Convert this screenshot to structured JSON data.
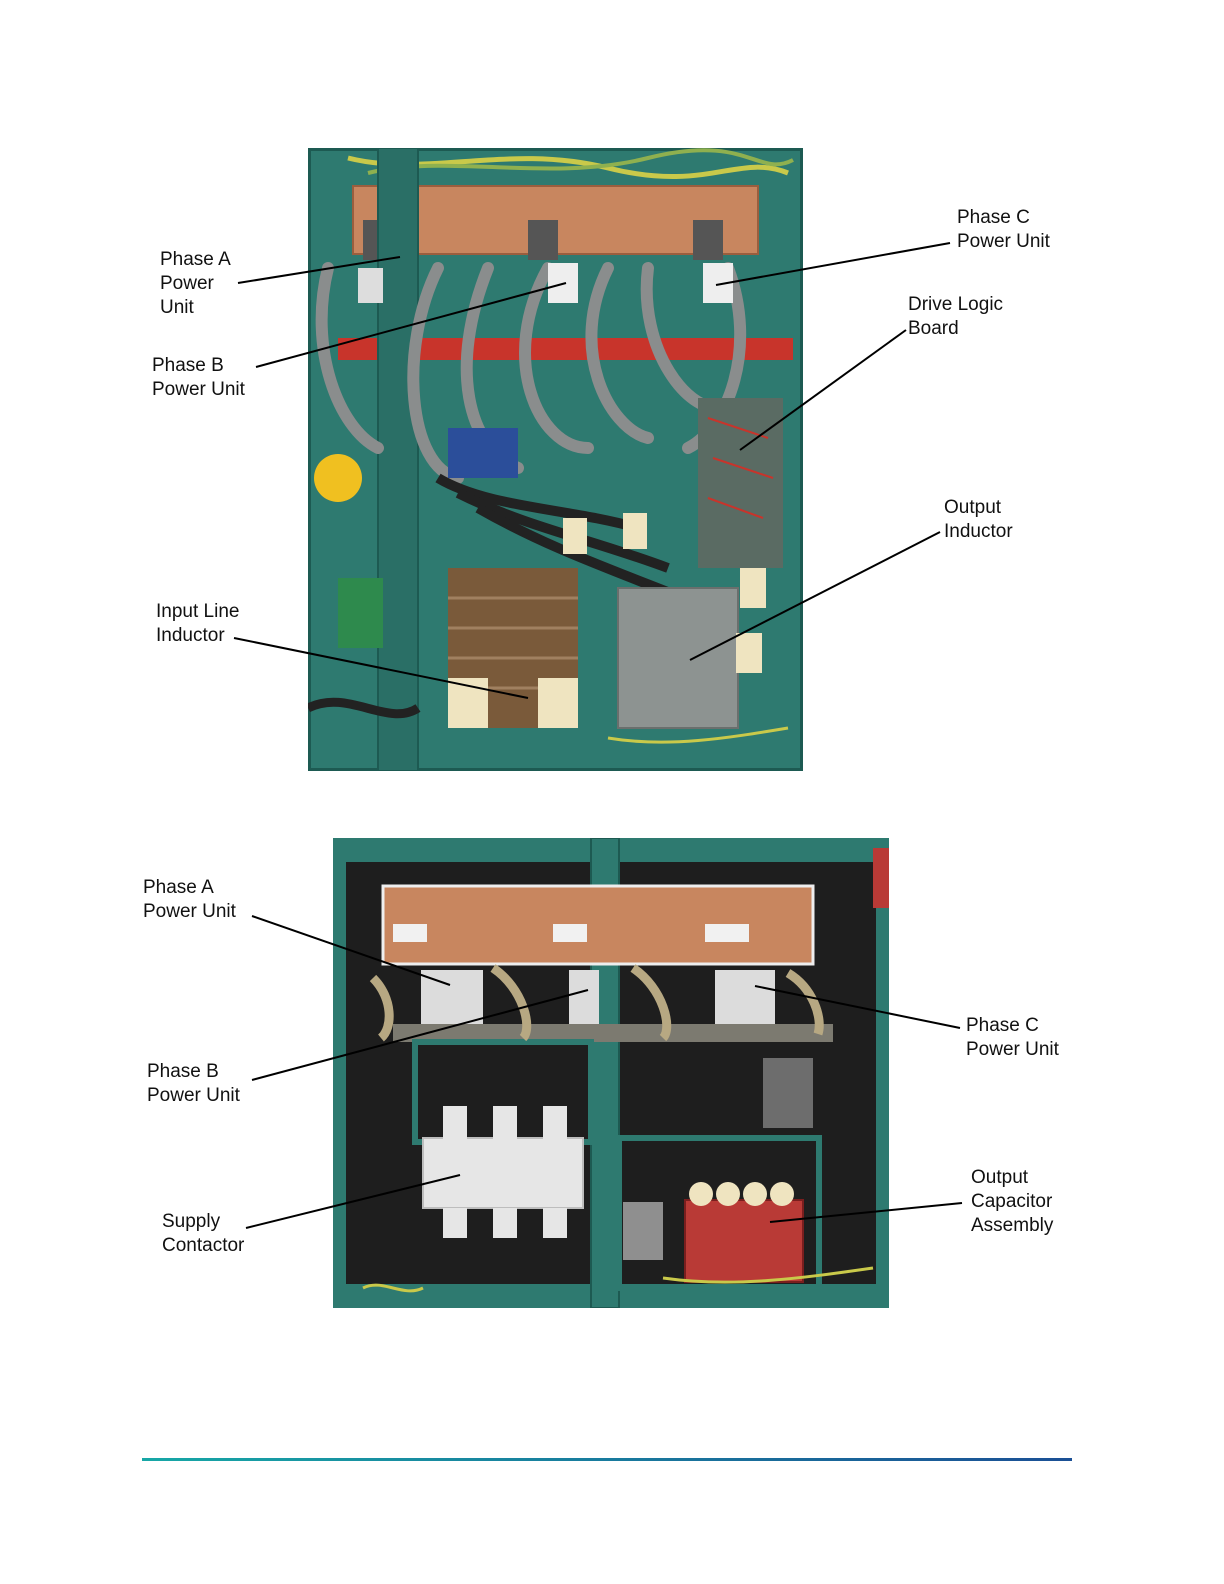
{
  "colors": {
    "cabinet": "#2e7a70",
    "cabinet_dark": "#1d5a52",
    "copper": "#c8865f",
    "busbar_red": "#c8342b",
    "rule_start": "#17a7a6",
    "rule_end": "#1a4f95"
  },
  "figure1": {
    "labels": {
      "phase_a": [
        "Phase A",
        "Power",
        "Unit"
      ],
      "phase_b": [
        "Phase B",
        "Power Unit"
      ],
      "phase_c": [
        "Phase C",
        "Power Unit"
      ],
      "drive_logic": [
        "Drive Logic",
        "Board"
      ],
      "output_inductor": [
        "Output",
        "Inductor"
      ],
      "input_line": [
        "Input Line",
        "Inductor"
      ]
    }
  },
  "figure2": {
    "labels": {
      "phase_a": [
        "Phase A",
        "Power Unit"
      ],
      "phase_b": [
        "Phase B",
        "Power Unit"
      ],
      "phase_c": [
        "Phase C",
        "Power Unit"
      ],
      "supply_contactor": [
        "Supply",
        "Contactor"
      ],
      "output_capacitor": [
        "Output",
        "Capacitor",
        "Assembly"
      ]
    }
  }
}
